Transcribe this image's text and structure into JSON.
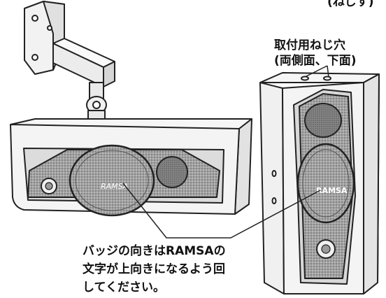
{
  "cut_off_top_text": "(ねじす)",
  "screw_hole_label": {
    "line1": "取付用ねじ穴",
    "line2": "(両側面、下面)"
  },
  "badge_note": {
    "line1": "バッジの向きはRAMSAの",
    "line2": "文字が上向きになるよう回",
    "line3": "してください。"
  },
  "badge_logo_text": "RAMSA",
  "colors": {
    "line": "#222222",
    "grille": "#9a9a9a",
    "driver": "#7d7d7d",
    "cabinet": "#f4f4f4",
    "panel": "#dadada"
  }
}
